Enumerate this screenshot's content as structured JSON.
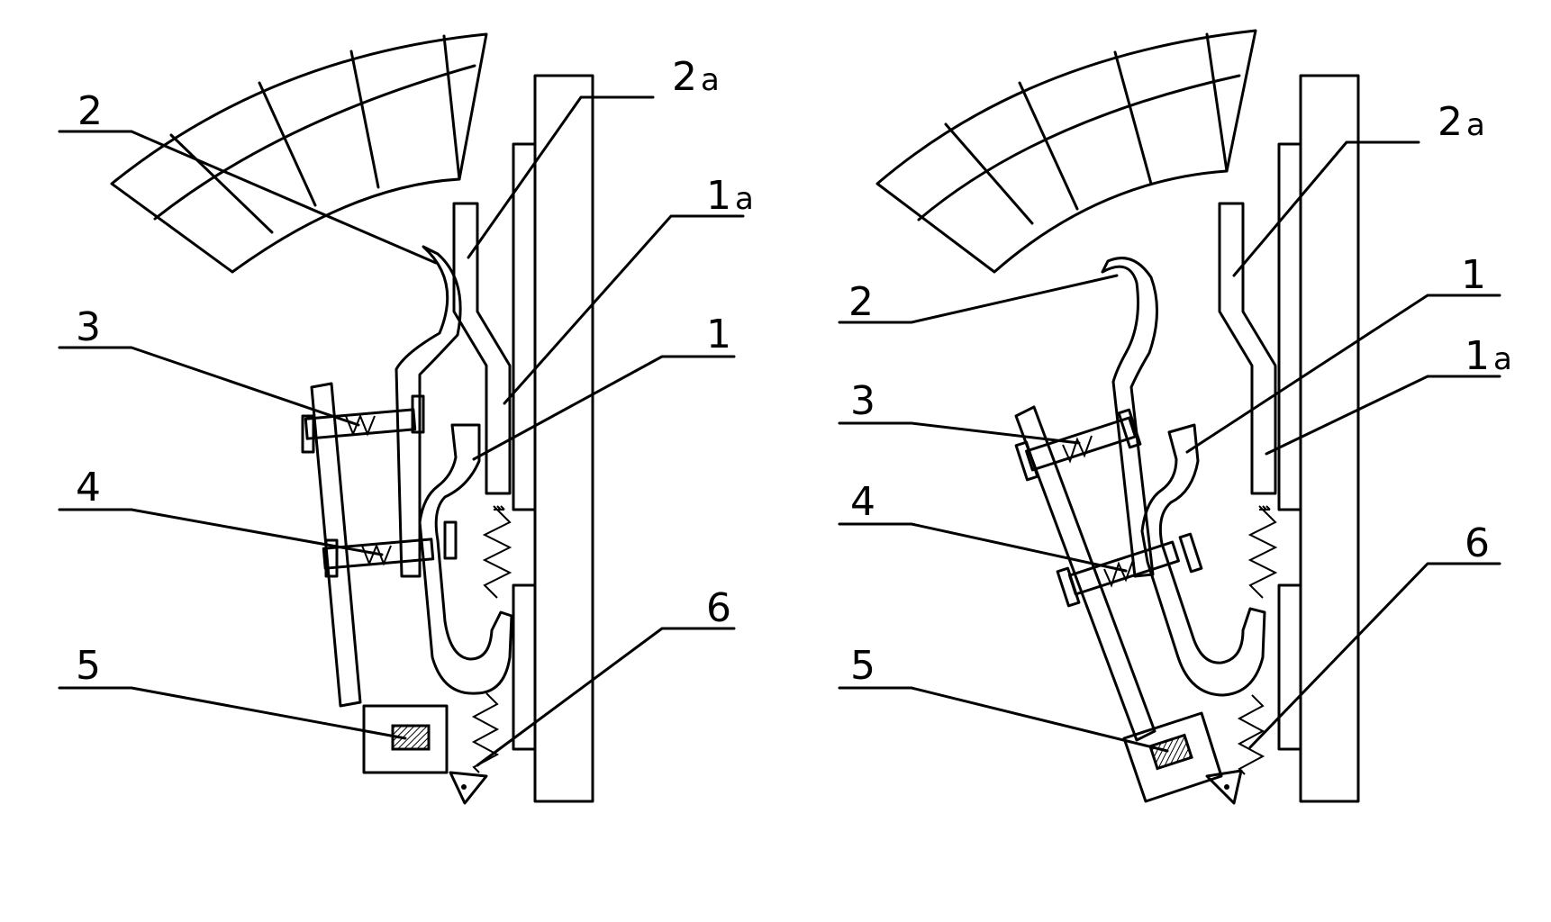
{
  "figures": [
    {
      "id": "left",
      "labels": {
        "l2": {
          "main": "2",
          "sub": ""
        },
        "l2a": {
          "main": "2",
          "sub": "a"
        },
        "l1a": {
          "main": "1",
          "sub": "a"
        },
        "l1": {
          "main": "1",
          "sub": ""
        },
        "l3": {
          "main": "3",
          "sub": ""
        },
        "l4": {
          "main": "4",
          "sub": ""
        },
        "l5": {
          "main": "5",
          "sub": ""
        },
        "l6": {
          "main": "6",
          "sub": ""
        }
      }
    },
    {
      "id": "right",
      "labels": {
        "l2": {
          "main": "2",
          "sub": ""
        },
        "l2a": {
          "main": "2",
          "sub": "a"
        },
        "l1": {
          "main": "1",
          "sub": ""
        },
        "l1a": {
          "main": "1",
          "sub": "a"
        },
        "l3": {
          "main": "3",
          "sub": ""
        },
        "l4": {
          "main": "4",
          "sub": ""
        },
        "l5": {
          "main": "5",
          "sub": ""
        },
        "l6": {
          "main": "6",
          "sub": ""
        }
      }
    }
  ]
}
